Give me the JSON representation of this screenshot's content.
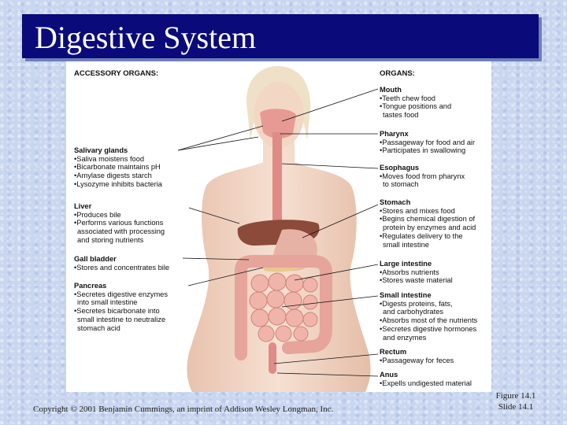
{
  "slide": {
    "title": "Digestive System",
    "copyright": "Copyright © 2001 Benjamin Cummings, an imprint of Addison Wesley Longman, Inc.",
    "figure_number": "Figure 14.1",
    "slide_number": "Slide 14.1"
  },
  "colors": {
    "title_bar": "#0a0a7a",
    "background": "#c9d6ef",
    "skin": "#f2d6c4",
    "liver": "#8b4a3a",
    "intestine": "#e6a49a"
  },
  "diagram": {
    "accessory_heading": "ACCESSORY ORGANS:",
    "organs_heading": "ORGANS:",
    "accessory": [
      {
        "name": "Salivary glands",
        "lines": [
          "•Saliva moistens food",
          "•Bicarbonate maintains pH",
          "•Amylase digests starch",
          "•Lysozyme inhibits bacteria"
        ]
      },
      {
        "name": "Liver",
        "lines": [
          "•Produces bile",
          "•Performs various functions",
          "associated with processing",
          "and storing nutrients"
        ]
      },
      {
        "name": "Gall bladder",
        "lines": [
          "•Stores and concentrates bile"
        ]
      },
      {
        "name": "Pancreas",
        "lines": [
          "•Secretes digestive enzymes",
          "into small intestine",
          "•Secretes bicarbonate into",
          "small intestine to neutralize",
          "stomach acid"
        ]
      }
    ],
    "organs": [
      {
        "name": "Mouth",
        "lines": [
          "•Teeth chew food",
          "•Tongue positions and",
          "tastes food"
        ]
      },
      {
        "name": "Pharynx",
        "lines": [
          "•Passageway for food and air",
          "•Participates in swallowing"
        ]
      },
      {
        "name": "Esophagus",
        "lines": [
          "•Moves food from pharynx",
          "to stomach"
        ]
      },
      {
        "name": "Stomach",
        "lines": [
          "•Stores and mixes food",
          "•Begins chemical digestion of",
          "protein by enzymes and acid",
          "•Regulates delivery to the",
          "small intestine"
        ]
      },
      {
        "name": "Large intestine",
        "lines": [
          "•Absorbs nutrients",
          "•Stores waste material"
        ]
      },
      {
        "name": "Small intestine",
        "lines": [
          "•Digests proteins, fats,",
          "and carbohydrates",
          "•Absorbs most of the nutrients",
          "•Secretes digestive hormones",
          "and enzymes"
        ]
      },
      {
        "name": "Rectum",
        "lines": [
          "•Passageway for feces"
        ]
      },
      {
        "name": "Anus",
        "lines": [
          "•Expells undigested material"
        ]
      }
    ]
  }
}
